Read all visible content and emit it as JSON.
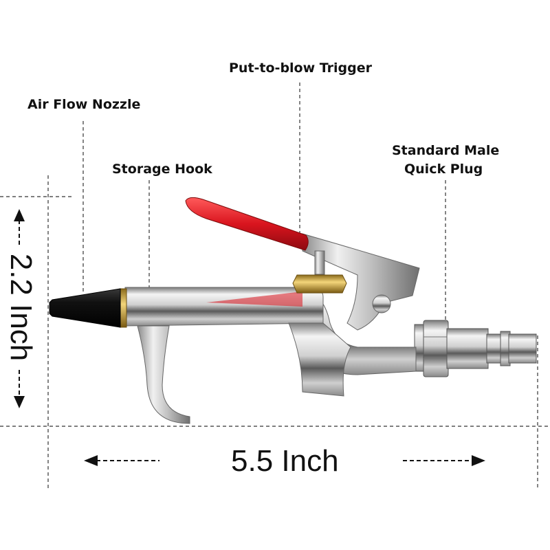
{
  "labels": {
    "air_flow_nozzle": "Air Flow Nozzle",
    "storage_hook": "Storage Hook",
    "trigger": "Put-to-blow Trigger",
    "quick_plug_line1": "Standard Male",
    "quick_plug_line2": "Quick Plug"
  },
  "dimensions": {
    "height": "2.2 Inch",
    "width": "5.5 Inch"
  },
  "colors": {
    "trigger": "#d9141e",
    "nozzle": "#1a1a1a",
    "brass": "#c9a43a",
    "chrome_dark": "#5c5c5c",
    "chrome_light": "#f2f2f2",
    "guide_line": "#333333"
  }
}
